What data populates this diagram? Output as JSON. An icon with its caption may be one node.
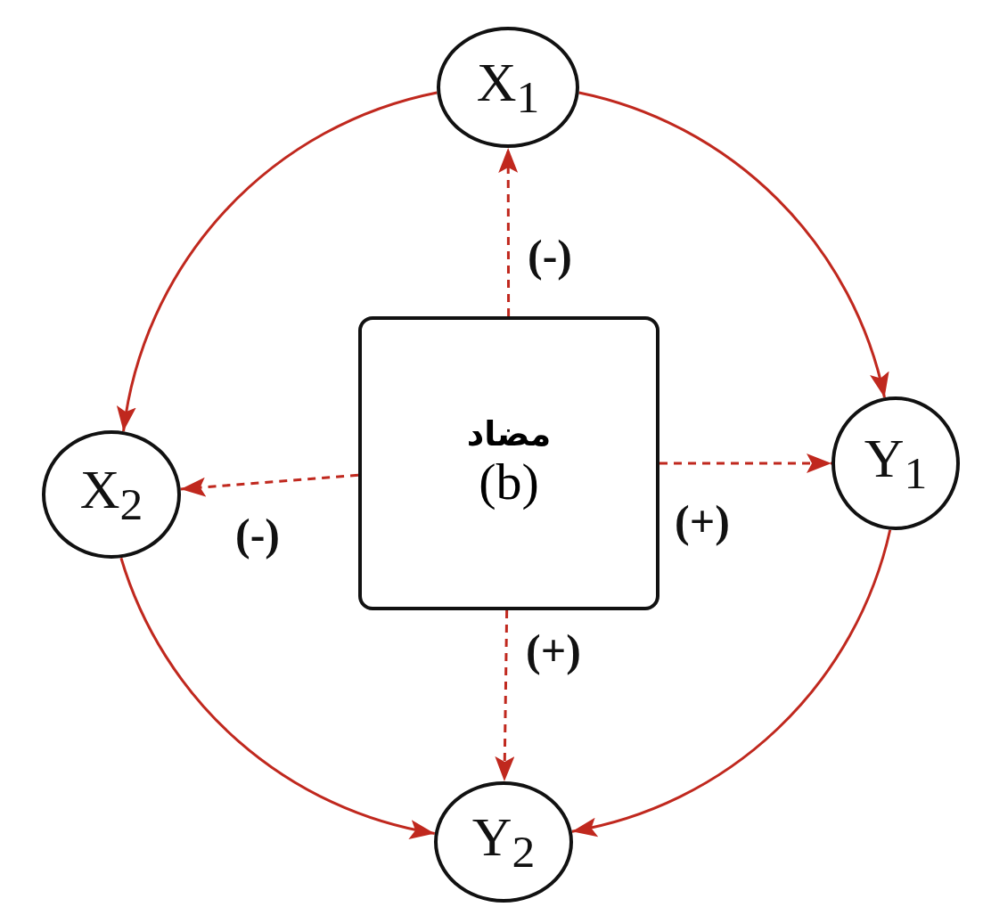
{
  "diagram": {
    "nodes": [
      {
        "text": [
          "X$_{1}$"
        ]
      },
      {
        "text": [
          "X$_{2}$"
        ]
      },
      {
        "text": [
          "مضاد",
          "(b)"
        ]
      },
      {
        "text": [
          "Y$_{1}$"
        ]
      },
      {
        "text": [
          "Y$_{2}$"
        ]
      }
    ],
    "edges": [
      {
        "from": 0,
        "to": 3,
        "arrow": "to"
      },
      {
        "from": 0,
        "to": 1,
        "arrow": "to"
      },
      {
        "from": 1,
        "to": 4,
        "arrow": "to"
      },
      {
        "from": 3,
        "to": 4,
        "arrow": "to"
      },
      {
        "from": 2,
        "to": 0,
        "arrow": "to",
        "label": "(-)",
        "style": "dashed"
      },
      {
        "from": 2,
        "to": 1,
        "arrow": "to",
        "label": "(-)",
        "style": "dashed"
      },
      {
        "from": 2,
        "to": 3,
        "arrow": "to",
        "label": "(+)",
        "style": "dashed"
      },
      {
        "from": 2,
        "to": 4,
        "arrow": "to",
        "label": "(+)",
        "style": "dashed"
      }
    ]
  }
}
